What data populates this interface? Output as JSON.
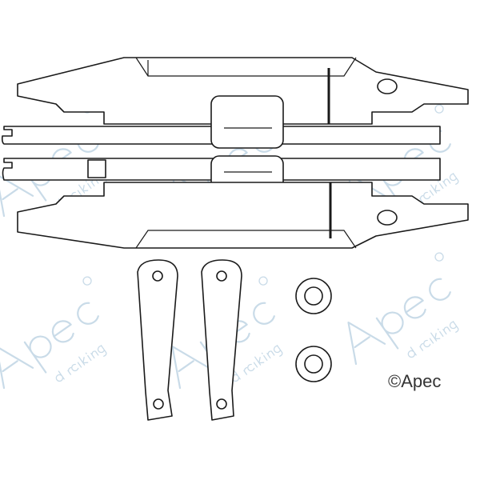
{
  "watermark": {
    "brand": "Apec",
    "tagline": "braking",
    "mark": "®",
    "color": "#c9dbe8"
  },
  "copyright": "©Apec",
  "parts": [
    "adjuster-top",
    "adjuster-bottom",
    "rod-top",
    "rod-bottom",
    "lever-left",
    "lever-right",
    "star-washer-top",
    "star-washer-bottom"
  ]
}
